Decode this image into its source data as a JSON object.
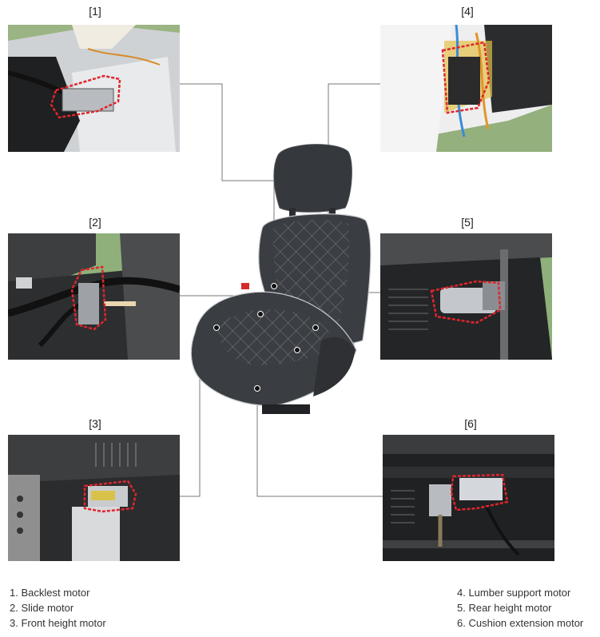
{
  "panels": [
    {
      "id": "p1",
      "label": "[1]"
    },
    {
      "id": "p2",
      "label": "[2]"
    },
    {
      "id": "p3",
      "label": "[3]"
    },
    {
      "id": "p4",
      "label": "[4]"
    },
    {
      "id": "p5",
      "label": "[5]"
    },
    {
      "id": "p6",
      "label": "[6]"
    }
  ],
  "legend_left": [
    "1. Backlest motor",
    "2. Slide motor",
    "3. Front height motor"
  ],
  "legend_right": [
    "4. Lumber support motor",
    "5. Rear height motor",
    "6. Cushion extension motor"
  ],
  "colors": {
    "highlight": "#e0262b",
    "background_green": "#8fb07a",
    "seat_leather": "#3a3d42",
    "leader_line": "#777777"
  }
}
